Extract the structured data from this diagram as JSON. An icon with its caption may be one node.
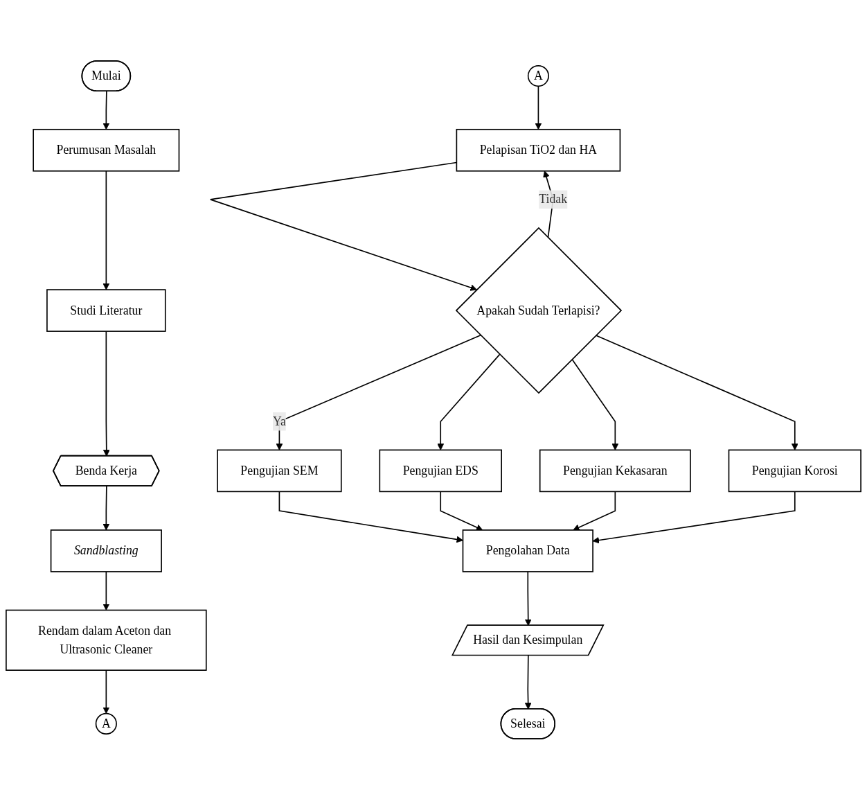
{
  "diagram": {
    "nodes": [
      {
        "text": [
          "Mulai"
        ]
      },
      {
        "text": [
          "Perumusan Masalah"
        ]
      },
      {
        "text": [
          "Studi Literatur"
        ]
      },
      {
        "text": [
          "Benda Kerja"
        ]
      },
      {
        "text": [
          "Sandblasting"
        ]
      },
      {
        "text": [
          "Rendam dalam Aceton dan Ultrasonic Cleaner"
        ]
      },
      {
        "text": [
          "A"
        ]
      },
      {
        "text": [
          "A"
        ]
      },
      {
        "text": [
          "Pelapisan TiO2 dan HA"
        ]
      },
      {
        "text": [
          "Apakah Sudah Terlapisi?"
        ]
      },
      {
        "text": [
          "Pengujian SEM"
        ]
      },
      {
        "text": [
          "Pengujian EDS"
        ]
      },
      {
        "text": [
          "Pengujian Kekasaran"
        ]
      },
      {
        "text": [
          "Pengujian Korosi"
        ]
      },
      {
        "text": [
          "Pengolahan Data"
        ]
      },
      {
        "text": [
          "Hasil dan Kesimpulan"
        ]
      },
      {
        "text": [
          "Selesai"
        ]
      }
    ],
    "edges": [
      {
        "from": 0,
        "to": 1,
        "arrow": "to"
      },
      {
        "from": 1,
        "to": 2,
        "arrow": "to"
      },
      {
        "from": 2,
        "to": 3,
        "arrow": "to"
      },
      {
        "from": 3,
        "to": 4,
        "arrow": "to"
      },
      {
        "from": 4,
        "to": 5,
        "arrow": "to"
      },
      {
        "from": 5,
        "to": 6,
        "arrow": "to"
      },
      {
        "from": 7,
        "to": 8,
        "arrow": "to"
      },
      {
        "from": 8,
        "to": 9,
        "arrow": "to"
      },
      {
        "from": 9,
        "to": 8,
        "arrow": "to",
        "label": "Tidak"
      },
      {
        "from": 9,
        "to": 10,
        "arrow": "to",
        "label": "Ya"
      },
      {
        "from": 9,
        "to": 11,
        "arrow": "to"
      },
      {
        "from": 9,
        "to": 12,
        "arrow": "to"
      },
      {
        "from": 9,
        "to": 13,
        "arrow": "to"
      },
      {
        "from": 10,
        "to": 14,
        "arrow": "to"
      },
      {
        "from": 11,
        "to": 14,
        "arrow": "to"
      },
      {
        "from": 12,
        "to": 14,
        "arrow": "to"
      },
      {
        "from": 13,
        "to": 14,
        "arrow": "to"
      },
      {
        "from": 14,
        "to": 15,
        "arrow": "to"
      },
      {
        "from": 15,
        "to": 16,
        "arrow": "to"
      }
    ]
  }
}
